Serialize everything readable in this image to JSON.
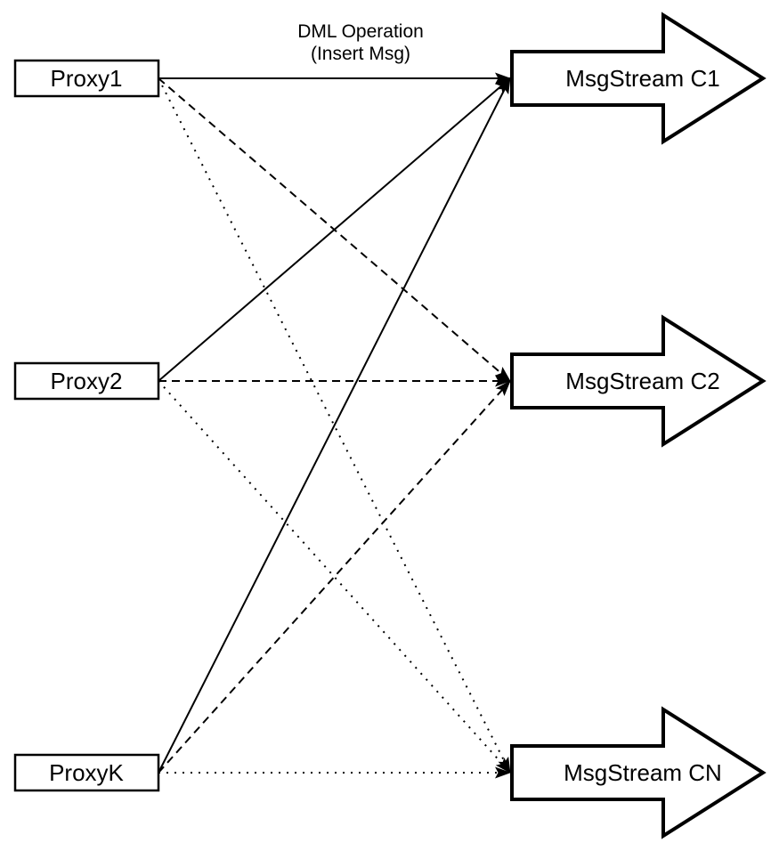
{
  "diagram": {
    "title_line1": "DML Operation",
    "title_line2": "(Insert Msg)",
    "colors": {
      "line": "#000000",
      "shape_fill": "#ffffff",
      "arrowhead": "#000000",
      "background": "#ffffff"
    }
  },
  "proxies": [
    {
      "id": "proxy1",
      "label": "Proxy1"
    },
    {
      "id": "proxy2",
      "label": "Proxy2"
    },
    {
      "id": "proxyk",
      "label": "ProxyK"
    }
  ],
  "streams": [
    {
      "id": "c1",
      "label": "MsgStream C1",
      "incoming_line_style": "solid"
    },
    {
      "id": "c2",
      "label": "MsgStream C2",
      "incoming_line_style": "dashed"
    },
    {
      "id": "cn",
      "label": "MsgStream CN",
      "incoming_line_style": "dotted"
    }
  ],
  "connections": [
    {
      "from": "proxy1",
      "to": "c1",
      "style": "solid"
    },
    {
      "from": "proxy2",
      "to": "c1",
      "style": "solid"
    },
    {
      "from": "proxyk",
      "to": "c1",
      "style": "solid"
    },
    {
      "from": "proxy1",
      "to": "c2",
      "style": "dashed"
    },
    {
      "from": "proxy2",
      "to": "c2",
      "style": "dashed"
    },
    {
      "from": "proxyk",
      "to": "c2",
      "style": "dashed"
    },
    {
      "from": "proxy1",
      "to": "cn",
      "style": "dotted"
    },
    {
      "from": "proxy2",
      "to": "cn",
      "style": "dotted"
    },
    {
      "from": "proxyk",
      "to": "cn",
      "style": "dotted"
    }
  ]
}
